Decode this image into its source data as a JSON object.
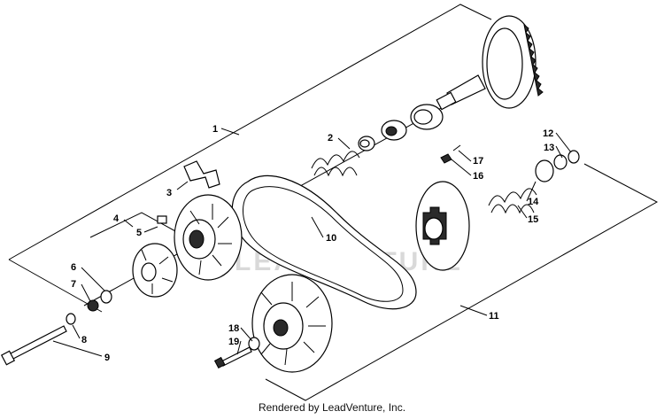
{
  "watermark": "LEADVENTURE",
  "footer": "Rendered by LeadVenture, Inc.",
  "callouts": {
    "c1": "1",
    "c2": "2",
    "c3": "3",
    "c4": "4",
    "c5": "5",
    "c6": "6",
    "c7": "7",
    "c8": "8",
    "c9": "9",
    "c10": "10",
    "c11": "11",
    "c12": "12",
    "c13": "13",
    "c14": "14",
    "c15": "15",
    "c16": "16",
    "c17": "17",
    "c18": "18",
    "c19": "19"
  }
}
